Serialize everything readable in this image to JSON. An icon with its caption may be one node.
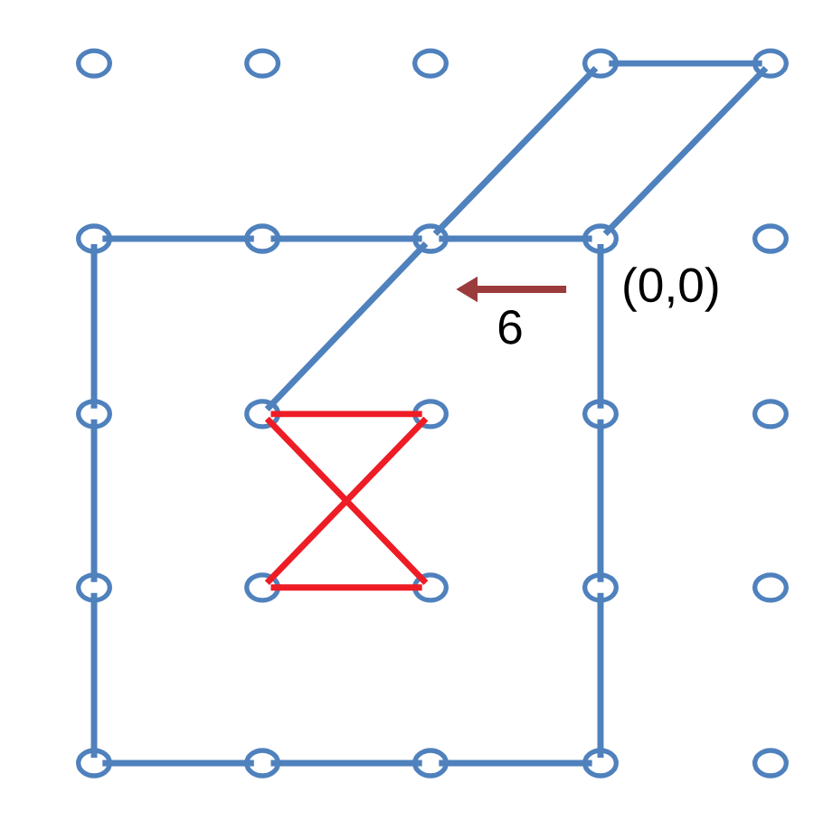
{
  "diagram": {
    "nodes": [
      {
        "text": [],
        "shape": "circle"
      },
      {
        "text": [],
        "shape": "circle"
      },
      {
        "text": [],
        "shape": "circle"
      },
      {
        "text": [],
        "shape": "circle"
      },
      {
        "text": [],
        "shape": "circle"
      },
      {
        "text": [],
        "shape": "circle"
      },
      {
        "text": [],
        "shape": "circle"
      },
      {
        "text": [],
        "shape": "circle"
      },
      {
        "text": [],
        "shape": "circle"
      },
      {
        "text": [],
        "shape": "circle"
      },
      {
        "text": [],
        "shape": "circle"
      },
      {
        "text": [],
        "shape": "circle"
      },
      {
        "text": [],
        "shape": "circle"
      },
      {
        "text": [],
        "shape": "circle"
      },
      {
        "text": [],
        "shape": "circle"
      },
      {
        "text": [],
        "shape": "circle"
      },
      {
        "text": [],
        "shape": "circle"
      },
      {
        "text": [],
        "shape": "circle"
      },
      {
        "text": [],
        "shape": "circle"
      },
      {
        "text": [],
        "shape": "circle"
      },
      {
        "text": [],
        "shape": "circle"
      },
      {
        "text": [],
        "shape": "circle"
      },
      {
        "text": [],
        "shape": "circle"
      },
      {
        "text": [],
        "shape": "circle"
      },
      {
        "text": [],
        "shape": "circle"
      }
    ],
    "edges": [
      {
        "from": 11,
        "to": 7,
        "arrow": "none"
      },
      {
        "from": 7,
        "to": 3,
        "arrow": "none"
      },
      {
        "from": 3,
        "to": 4,
        "arrow": "none"
      },
      {
        "from": 4,
        "to": 8,
        "arrow": "none"
      },
      {
        "from": 5,
        "to": 6,
        "arrow": "none"
      },
      {
        "from": 6,
        "to": 7,
        "arrow": "none"
      },
      {
        "from": 7,
        "to": 8,
        "arrow": "none"
      },
      {
        "from": 5,
        "to": 10,
        "arrow": "none"
      },
      {
        "from": 10,
        "to": 15,
        "arrow": "none"
      },
      {
        "from": 15,
        "to": 20,
        "arrow": "none"
      },
      {
        "from": 20,
        "to": 21,
        "arrow": "none"
      },
      {
        "from": 21,
        "to": 22,
        "arrow": "none"
      },
      {
        "from": 22,
        "to": 23,
        "arrow": "none"
      },
      {
        "from": 8,
        "to": 13,
        "arrow": "none"
      },
      {
        "from": 13,
        "to": 18,
        "arrow": "none"
      },
      {
        "from": 18,
        "to": 23,
        "arrow": "none"
      },
      {
        "from": 11,
        "to": 12,
        "arrow": "none",
        "color": "#ee1c25"
      },
      {
        "from": 12,
        "to": 16,
        "arrow": "none",
        "color": "#ee1c25"
      },
      {
        "from": 16,
        "to": 17,
        "arrow": "none",
        "color": "#ee1c25"
      },
      {
        "from": 17,
        "to": 11,
        "arrow": "none",
        "color": "#ee1c25"
      }
    ],
    "labels": [
      "6",
      "(0,0)"
    ]
  }
}
